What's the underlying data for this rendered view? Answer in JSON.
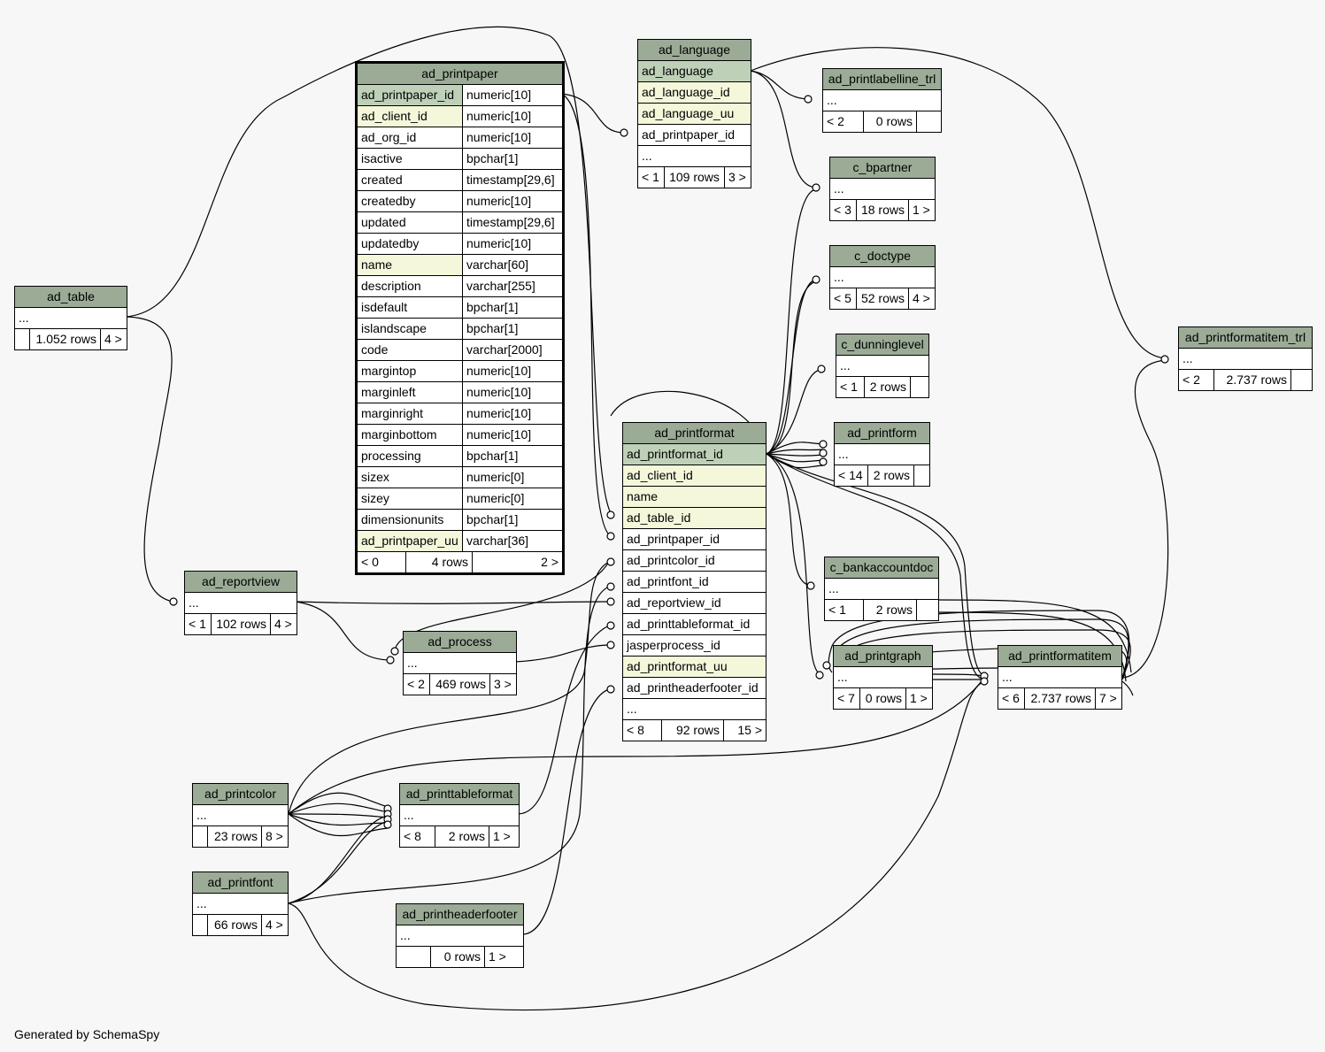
{
  "footer": "Generated by SchemaSpy",
  "tables": {
    "ad_printpaper": {
      "name": "ad_printpaper",
      "columns": [
        {
          "name": "ad_printpaper_id",
          "type": "numeric[10]"
        },
        {
          "name": "ad_client_id",
          "type": "numeric[10]"
        },
        {
          "name": "ad_org_id",
          "type": "numeric[10]"
        },
        {
          "name": "isactive",
          "type": "bpchar[1]"
        },
        {
          "name": "created",
          "type": "timestamp[29,6]"
        },
        {
          "name": "createdby",
          "type": "numeric[10]"
        },
        {
          "name": "updated",
          "type": "timestamp[29,6]"
        },
        {
          "name": "updatedby",
          "type": "numeric[10]"
        },
        {
          "name": "name",
          "type": "varchar[60]"
        },
        {
          "name": "description",
          "type": "varchar[255]"
        },
        {
          "name": "isdefault",
          "type": "bpchar[1]"
        },
        {
          "name": "islandscape",
          "type": "bpchar[1]"
        },
        {
          "name": "code",
          "type": "varchar[2000]"
        },
        {
          "name": "margintop",
          "type": "numeric[10]"
        },
        {
          "name": "marginleft",
          "type": "numeric[10]"
        },
        {
          "name": "marginright",
          "type": "numeric[10]"
        },
        {
          "name": "marginbottom",
          "type": "numeric[10]"
        },
        {
          "name": "processing",
          "type": "bpchar[1]"
        },
        {
          "name": "sizex",
          "type": "numeric[0]"
        },
        {
          "name": "sizey",
          "type": "numeric[0]"
        },
        {
          "name": "dimensionunits",
          "type": "bpchar[1]"
        },
        {
          "name": "ad_printpaper_uu",
          "type": "varchar[36]"
        }
      ],
      "parents": "< 0",
      "rows": "4 rows",
      "children": "2 >"
    },
    "ad_language": {
      "name": "ad_language",
      "columns": [
        "ad_language",
        "ad_language_id",
        "ad_language_uu",
        "ad_printpaper_id",
        "..."
      ],
      "parents": "< 1",
      "rows": "109 rows",
      "children": "3 >"
    },
    "ad_printlabelline_trl": {
      "name": "ad_printlabelline_trl",
      "cols": "...",
      "parents": "< 2",
      "rows": "0 rows",
      "children": ""
    },
    "c_bpartner": {
      "name": "c_bpartner",
      "cols": "...",
      "parents": "< 3",
      "rows": "18 rows",
      "children": "1 >"
    },
    "c_doctype": {
      "name": "c_doctype",
      "cols": "...",
      "parents": "< 5",
      "rows": "52 rows",
      "children": "4 >"
    },
    "c_dunninglevel": {
      "name": "c_dunninglevel",
      "cols": "...",
      "parents": "< 1",
      "rows": "2 rows",
      "children": ""
    },
    "ad_printform": {
      "name": "ad_printform",
      "cols": "...",
      "parents": "< 14",
      "rows": "2 rows",
      "children": ""
    },
    "ad_table": {
      "name": "ad_table",
      "cols": "...",
      "parents": "",
      "rows": "1.052 rows",
      "children": "4 >"
    },
    "ad_printformat": {
      "name": "ad_printformat",
      "columns": [
        "ad_printformat_id",
        "ad_client_id",
        "name",
        "ad_table_id",
        "ad_printpaper_id",
        "ad_printcolor_id",
        "ad_printfont_id",
        "ad_reportview_id",
        "ad_printtableformat_id",
        "jasperprocess_id",
        "ad_printformat_uu",
        "ad_printheaderfooter_id",
        "..."
      ],
      "parents": "< 8",
      "rows": "92 rows",
      "children": "15 >"
    },
    "c_bankaccountdoc": {
      "name": "c_bankaccountdoc",
      "cols": "...",
      "parents": "< 1",
      "rows": "2 rows",
      "children": ""
    },
    "ad_reportview": {
      "name": "ad_reportview",
      "cols": "...",
      "parents": "< 1",
      "rows": "102 rows",
      "children": "4 >"
    },
    "ad_process": {
      "name": "ad_process",
      "cols": "...",
      "parents": "< 2",
      "rows": "469 rows",
      "children": "3 >"
    },
    "ad_printgraph": {
      "name": "ad_printgraph",
      "cols": "...",
      "parents": "< 7",
      "rows": "0 rows",
      "children": "1 >"
    },
    "ad_printformatitem": {
      "name": "ad_printformatitem",
      "cols": "...",
      "parents": "< 6",
      "rows": "2.737 rows",
      "children": "7 >"
    },
    "ad_printformatitem_trl": {
      "name": "ad_printformatitem_trl",
      "cols": "...",
      "parents": "< 2",
      "rows": "2.737 rows",
      "children": ""
    },
    "ad_printcolor": {
      "name": "ad_printcolor",
      "cols": "...",
      "parents": "",
      "rows": "23 rows",
      "children": "8 >"
    },
    "ad_printtableformat": {
      "name": "ad_printtableformat",
      "cols": "...",
      "parents": "< 8",
      "rows": "2 rows",
      "children": "1 >"
    },
    "ad_printfont": {
      "name": "ad_printfont",
      "cols": "...",
      "parents": "",
      "rows": "66 rows",
      "children": "4 >"
    },
    "ad_printheaderfooter": {
      "name": "ad_printheaderfooter",
      "cols": "...",
      "parents": "",
      "rows": "0 rows",
      "children": "1 >"
    }
  }
}
